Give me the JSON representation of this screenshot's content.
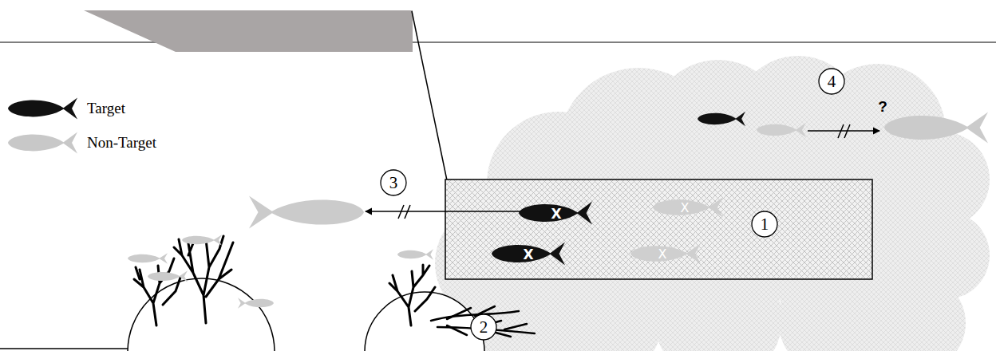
{
  "diagram": {
    "nodes": [
      {
        "text": [
          "1"
        ]
      },
      {
        "text": [
          "2"
        ]
      },
      {
        "text": [
          "3"
        ]
      },
      {
        "text": [
          "4"
        ]
      }
    ],
    "labels": [
      "X",
      "X",
      "X",
      "X",
      "?"
    ],
    "legend": [
      {
        "text": "Target"
      },
      {
        "text": "Non-Target"
      }
    ]
  }
}
